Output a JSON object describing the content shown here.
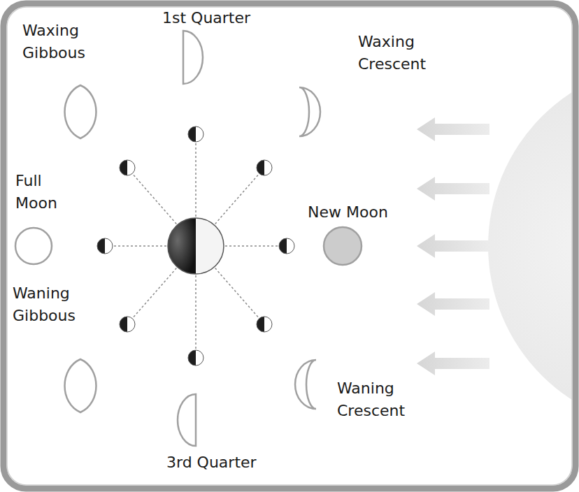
{
  "diagram": {
    "labels": [
      "1st Quarter",
      "Waxing Gibbous",
      "Waxing Crescent",
      "Full Moon",
      "New Moon",
      "Waning Gibbous",
      "Waning Crescent",
      "3rd Quarter"
    ]
  }
}
